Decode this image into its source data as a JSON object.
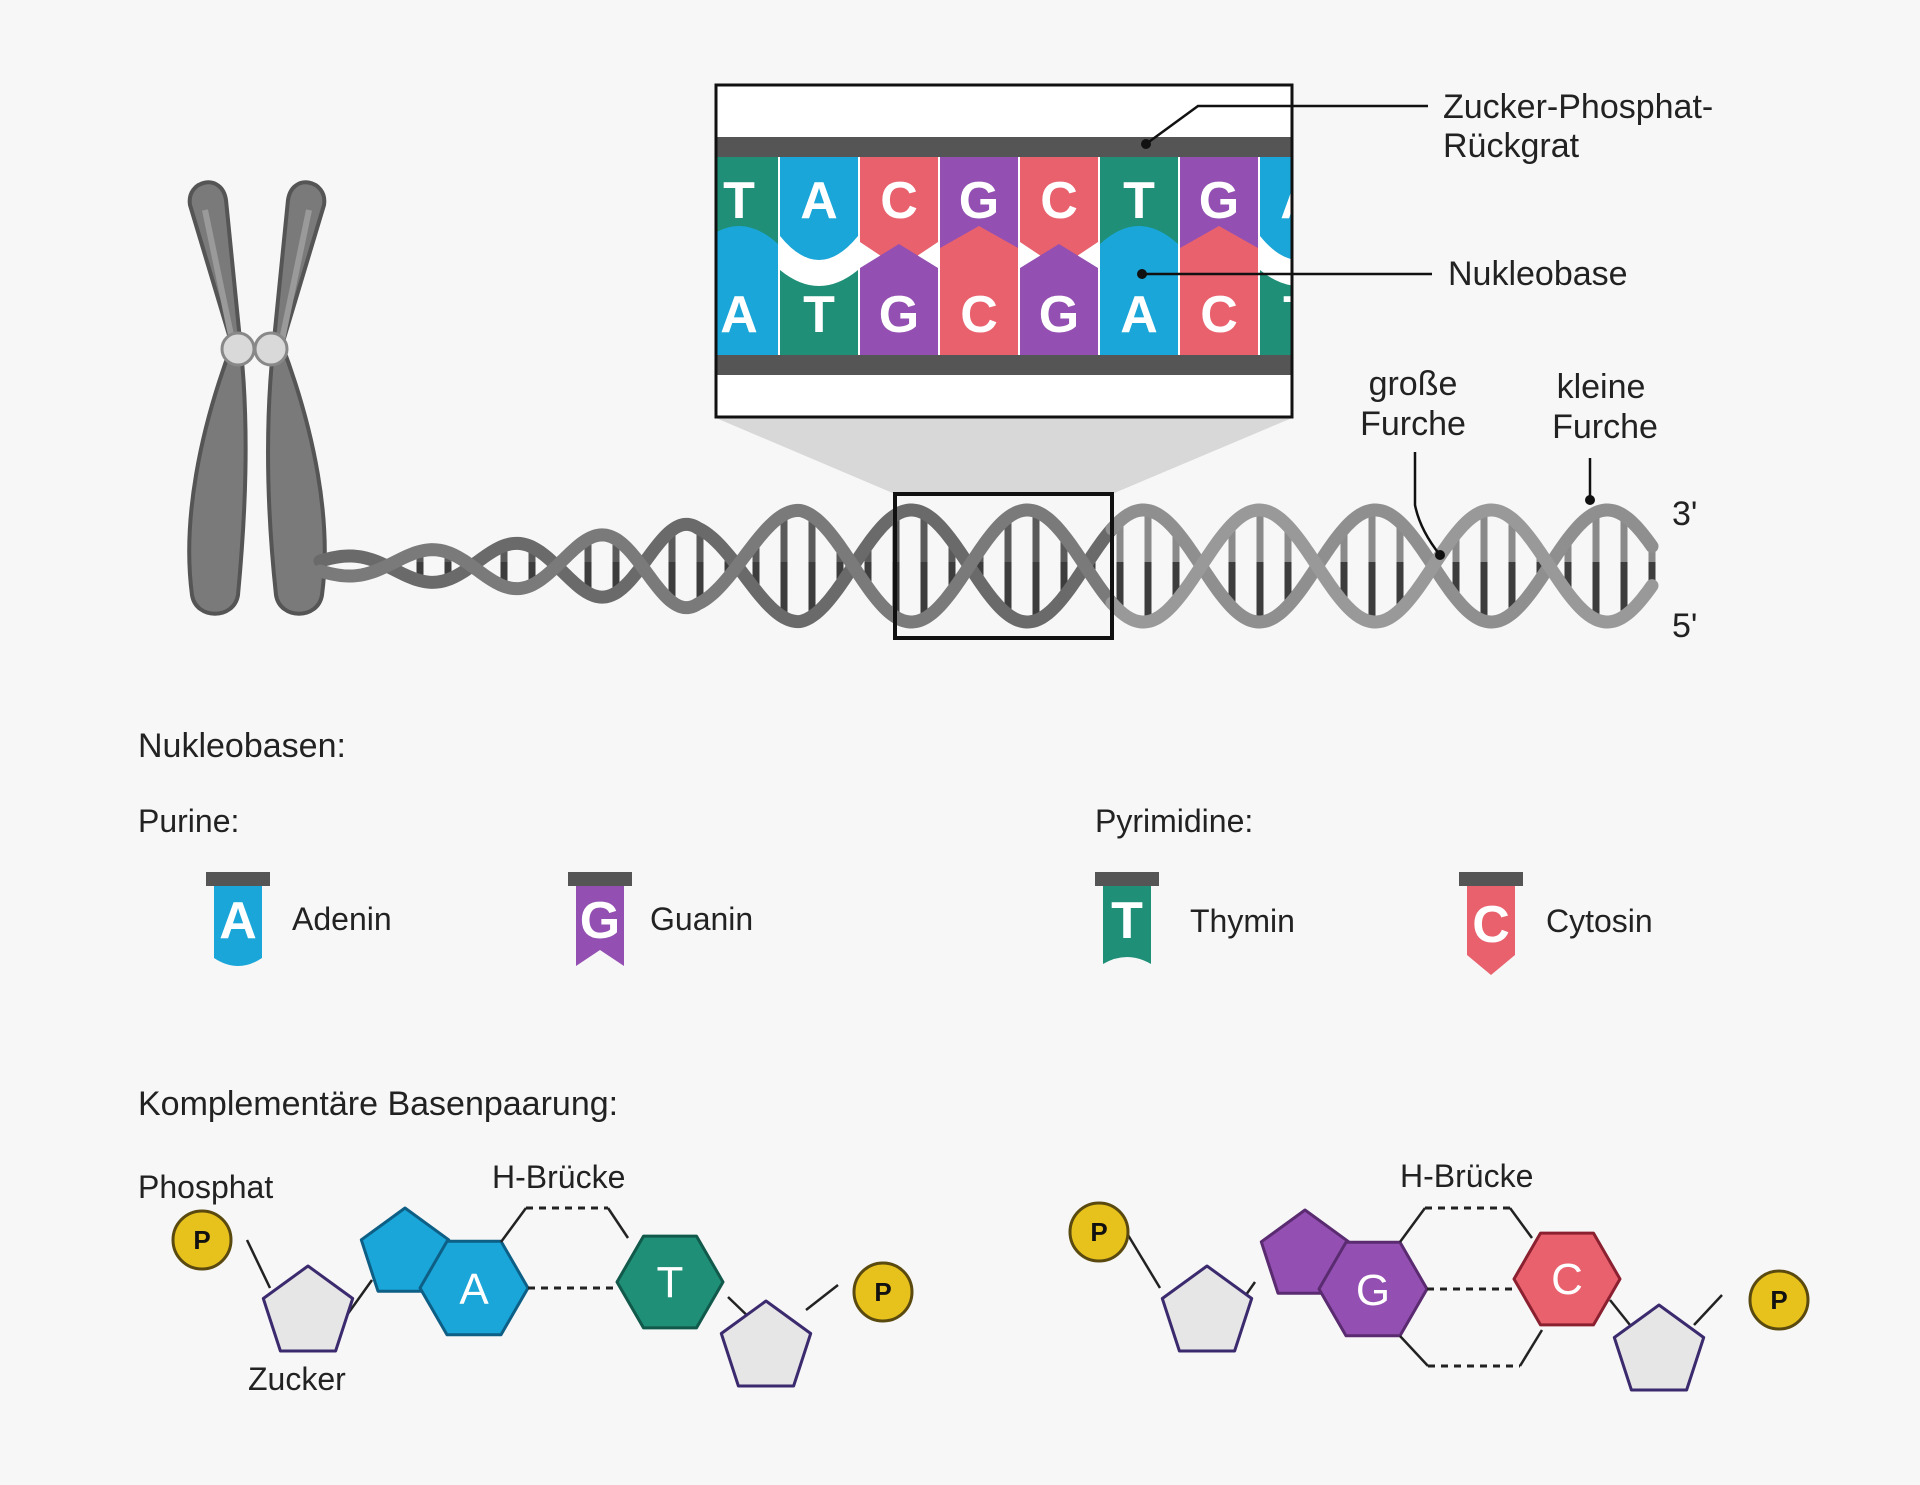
{
  "colors": {
    "adenine": "#1aa6d8",
    "thymine": "#1f8f77",
    "guanine": "#9350b2",
    "cytosine": "#e8616d",
    "backbone": "#555555",
    "helix": "#8a8a8a",
    "phosphate": "#e8c21c",
    "sugar": "#e6e6e6",
    "sugar_outline": "#3b2a6e"
  },
  "icons": {
    "chromosome": "chromosome-icon",
    "helix": "dna-helix-icon",
    "phosphate": "phosphate-circle-icon",
    "sugar": "pentagon-sugar-icon"
  },
  "labels": {
    "backbone_line1": "Zucker-Phosphat-",
    "backbone_line2": "Rückgrat",
    "nucleobase": "Nukleobase",
    "major_groove_line1": "große",
    "major_groove_line2": "Furche",
    "minor_groove_line1": "kleine",
    "minor_groove_line2": "Furche",
    "end_3": "3'",
    "end_5": "5'"
  },
  "zoom_strand": {
    "top": [
      "T",
      "A",
      "C",
      "G",
      "C",
      "T",
      "G",
      "A"
    ],
    "bottom": [
      "A",
      "T",
      "G",
      "C",
      "G",
      "A",
      "C",
      "T"
    ]
  },
  "nucleobases": {
    "heading": "Nukleobasen:",
    "purines_heading": "Purine:",
    "pyrimidines_heading": "Pyrimidine:",
    "items": [
      {
        "letter": "A",
        "name": "Adenin"
      },
      {
        "letter": "G",
        "name": "Guanin"
      },
      {
        "letter": "T",
        "name": "Thymin"
      },
      {
        "letter": "C",
        "name": "Cytosin"
      }
    ]
  },
  "pairing": {
    "heading": "Komplementäre Basenpaarung:",
    "phosphate_label": "Phosphat",
    "sugar_label": "Zucker",
    "hbond_label_1": "H-Brücke",
    "hbond_label_2": "H-Brücke",
    "phosphate_symbol": "P",
    "pair1": [
      "A",
      "T"
    ],
    "pair2": [
      "G",
      "C"
    ]
  }
}
